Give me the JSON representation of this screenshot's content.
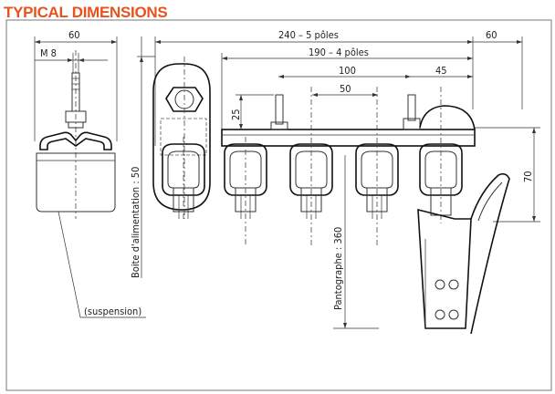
{
  "title": "TYPICAL DIMENSIONS",
  "dims": {
    "w60_left": "60",
    "m8": "M  8",
    "w240": "240  – 5 pôles",
    "w60_right": "60",
    "w190": "190  – 4 pôles",
    "w100": "100",
    "w45": "45",
    "w50": "50",
    "h25": "25",
    "h70": "70",
    "boite": "Boite d'alimentation : 50",
    "panto": "Pantographe : 360",
    "suspension": "(suspension)"
  },
  "colors": {
    "title": "#e8521c",
    "line": "#333333"
  }
}
